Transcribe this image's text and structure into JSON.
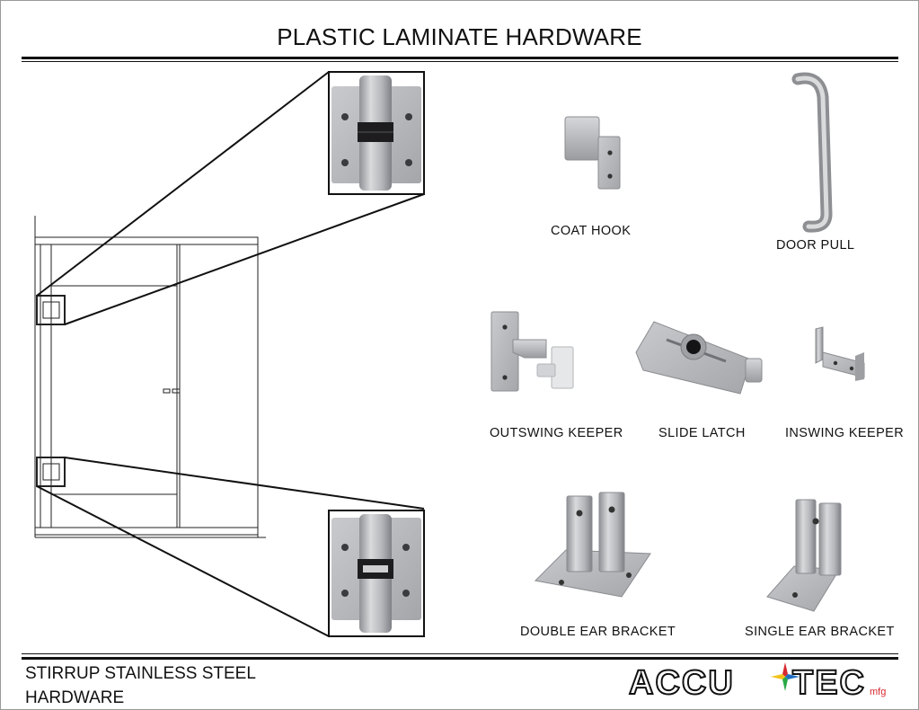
{
  "page": {
    "title": "PLASTIC LAMINATE HARDWARE",
    "footer": {
      "line1": "STIRRUP STAINLESS STEEL",
      "line2": "HARDWARE"
    }
  },
  "items": {
    "coat_hook": "COAT HOOK",
    "door_pull": "DOOR PULL",
    "outswing_keeper": "OUTSWING KEEPER",
    "slide_latch": "SLIDE LATCH",
    "inswing_keeper": "INSWING KEEPER",
    "double_ear_bracket": "DOUBLE EAR BRACKET",
    "single_ear_bracket": "SINGLE EAR BRACKET"
  },
  "logo": {
    "part1": "ACCU",
    "part2": "TEC",
    "suffix": "mfg"
  },
  "colors": {
    "steel": "#b9bbbf",
    "steel_dark": "#8e9095",
    "logo_red": "#d7282f",
    "logo_blue": "#1f6fc1",
    "logo_green": "#29a845",
    "logo_yellow": "#f2c21a"
  }
}
